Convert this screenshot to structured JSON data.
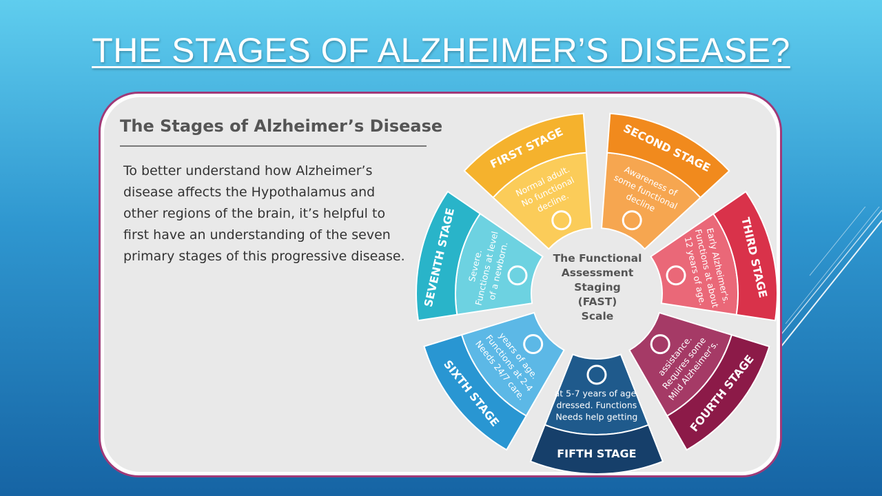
{
  "slide_title": "THE STAGES OF ALZHEIMER’S DISEASE?",
  "panel": {
    "title": "The Stages of Alzheimer’s Disease",
    "body": "To better understand how Alzheimer’s disease affects the Hypothalamus and other regions of the brain, it’s helpful to first have an understanding of the seven primary stages of this progressive disease."
  },
  "wheel": {
    "center_label": [
      "The Functional",
      "Assessment",
      "Staging",
      "(FAST)",
      "Scale"
    ],
    "stages": [
      {
        "name": "FIRST STAGE",
        "description": [
          "Normal adult.",
          "No functional",
          "decline."
        ],
        "icon": "puzzle-icon",
        "color": "#f5b22d",
        "light": "#fbcc59"
      },
      {
        "name": "SECOND STAGE",
        "description": [
          "Awareness of",
          "some functional",
          "decline"
        ],
        "icon": "lightbulb-icon",
        "color": "#f18a1d",
        "light": "#f6a650"
      },
      {
        "name": "THIRD STAGE",
        "description": [
          "Early Alzheimer's.",
          "Functions at about",
          "12 years of age."
        ],
        "icon": "thought-bubble-icon",
        "color": "#d9324a",
        "light": "#ea6878"
      },
      {
        "name": "FOURTH STAGE",
        "description": [
          "Mild Alzheimer's.",
          "Requires some",
          "assistance."
        ],
        "icon": "hand-icon",
        "color": "#8c1a48",
        "light": "#a53a66"
      },
      {
        "name": "FIFTH STAGE",
        "description": [
          "Needs help getting",
          "dressed. Functions",
          "at 5-7 years of age."
        ],
        "icon": "shirt-icon",
        "color": "#163f6a",
        "light": "#1f5a8c"
      },
      {
        "name": "SIXTH STAGE",
        "description": [
          "Needs 24/7 care.",
          "Functions at 2-4",
          "years of age."
        ],
        "icon": "stethoscope-icon",
        "color": "#2996d2",
        "light": "#5cb8e6"
      },
      {
        "name": "SEVENTH STAGE",
        "description": [
          "Severe.",
          "Functions at level",
          "of a newborn."
        ],
        "icon": "wheelchair-icon",
        "color": "#29b4c9",
        "light": "#6dd2e1"
      }
    ]
  }
}
